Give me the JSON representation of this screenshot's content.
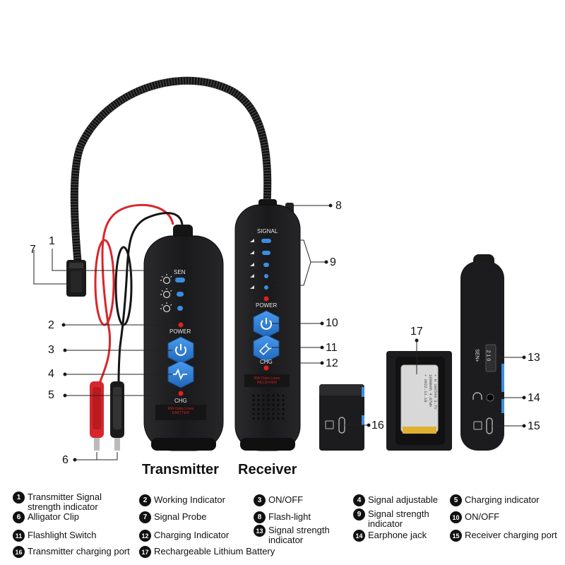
{
  "device_labels": {
    "transmitter": "Transmitter",
    "receiver": "Receiver"
  },
  "transmitter_panel": {
    "sen": "SEN",
    "power": "POWER",
    "chg": "CHG",
    "brand_line1": "RW Data Lines",
    "brand_line2": "EMITTER"
  },
  "receiver_panel": {
    "signal": "SIGNAL",
    "power": "POWER",
    "chg": "CHG",
    "brand_line1": "RW Data Lines",
    "brand_line2": "RECEIVER"
  },
  "side_panel": {
    "sen_label": "SEN+",
    "scale": "2 1 0"
  },
  "battery_print": {
    "line1": "+ H 102540 3.7V",
    "line2": "1000mAh 4.07Wh",
    "line3": "+ 2022.11.18"
  },
  "callouts": {
    "c1": "1",
    "c2": "2",
    "c3": "3",
    "c4": "4",
    "c5": "5",
    "c6": "6",
    "c7": "7",
    "c8": "8",
    "c9": "9",
    "c10": "10",
    "c11": "11",
    "c12": "12",
    "c13": "13",
    "c14": "14",
    "c15": "15",
    "c16": "16",
    "c17": "17"
  },
  "legend": [
    {
      "num": "1",
      "text": "Transmitter Signal strength indicator"
    },
    {
      "num": "2",
      "text": "Working Indicator"
    },
    {
      "num": "3",
      "text": "ON/OFF"
    },
    {
      "num": "4",
      "text": "Signal adjustable"
    },
    {
      "num": "5",
      "text": "Charging indicator"
    },
    {
      "num": "6",
      "text": "Alligator Clip"
    },
    {
      "num": "7",
      "text": "Signal Probe"
    },
    {
      "num": "8",
      "text": "Flash-light"
    },
    {
      "num": "9",
      "text": "Signal strength indicator"
    },
    {
      "num": "10",
      "text": "ON/OFF"
    },
    {
      "num": "11",
      "text": "Flashlight Switch"
    },
    {
      "num": "12",
      "text": "Charging Indicator"
    },
    {
      "num": "13",
      "text": "Signal strength indicator"
    },
    {
      "num": "14",
      "text": "Earphone jack"
    },
    {
      "num": "15",
      "text": "Receiver charging port"
    },
    {
      "num": "16",
      "text": "Transmitter charging port"
    },
    {
      "num": "17",
      "text": "Rechargeable Lithium Battery"
    }
  ],
  "colors": {
    "device_body": "#1c1c1e",
    "button_blue": "#2f7fd6",
    "led_blue": "#3a8ee0",
    "led_red": "#e02020",
    "wire_red": "#d8262c",
    "wire_black": "#151515",
    "callout_line": "#222222"
  },
  "icons": [
    "power-icon",
    "wave-icon",
    "flashlight-icon",
    "signal-bars-icon",
    "brightness-icon",
    "usb-c-port-icon",
    "headphone-icon",
    "alligator-clip-icon",
    "probe-icon"
  ]
}
